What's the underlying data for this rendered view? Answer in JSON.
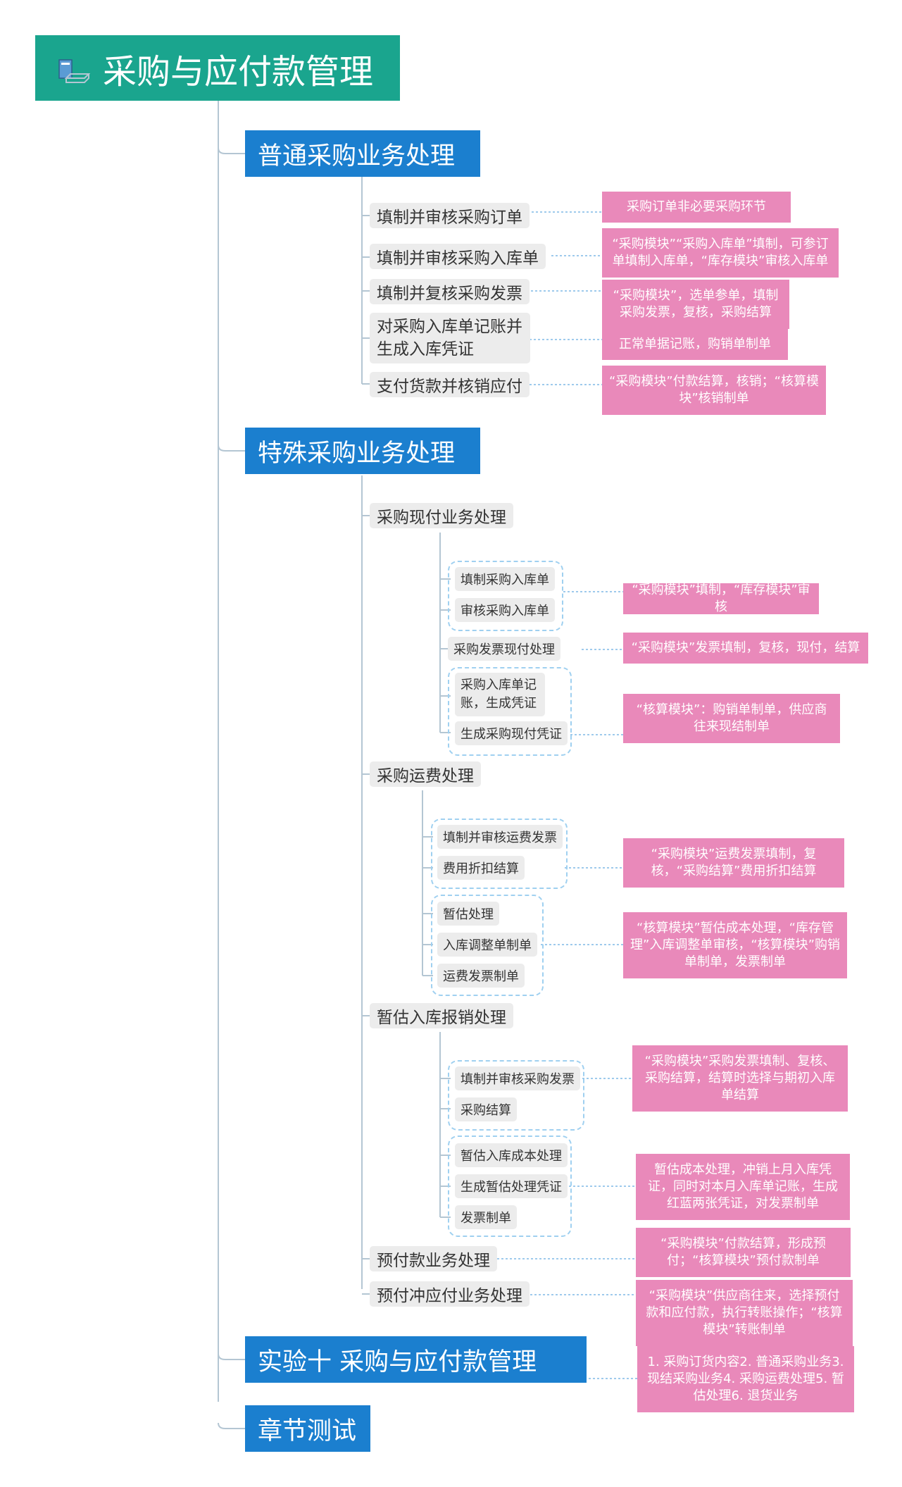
{
  "root": {
    "title": "采购与应付款管理",
    "icon": "book-icon"
  },
  "sections": {
    "normal": "普通采购业务处理",
    "special": "特殊采购业务处理",
    "experiment": "实验十 采购与应付款管理",
    "test": "章节测试"
  },
  "normal_items": [
    "填制并审核采购订单",
    "填制并审核采购入库单",
    "填制并复核采购发票",
    "对采购入库单记账并生成入库凭证",
    "支付货款并核销应付"
  ],
  "normal_notes": [
    "采购订单非必要采购环节",
    "“采购模块”“采购入库单”填制，可参订单填制入库单，“库存模块”审核入库单",
    "“采购模块”，选单参单，填制采购发票，复核，采购结算",
    "正常单据记账，购销单制单",
    "“采购模块”付款结算，核销；“核算模块”核销制单"
  ],
  "special_items": {
    "cash": "采购现付业务处理",
    "freight": "采购运费处理",
    "estimate": "暂估入库报销处理",
    "prepay": "预付款业务处理",
    "offset": "预付冲应付业务处理"
  },
  "cash_items": [
    "填制采购入库单",
    "审核采购入库单",
    "采购发票现付处理",
    "采购入库单记账，生成凭证",
    "生成采购现付凭证"
  ],
  "cash_notes": [
    "“采购模块”填制，“库存模块”审核",
    "“采购模块”发票填制，复核，现付，结算",
    "“核算模块”：购销单制单，供应商往来现结制单"
  ],
  "freight_items": [
    "填制并审核运费发票",
    "费用折扣结算",
    "暂估处理",
    "入库调整单制单",
    "运费发票制单"
  ],
  "freight_notes": [
    "“采购模块”运费发票填制，复核，“采购结算”费用折扣结算",
    "“核算模块”暂估成本处理，“库存管理”入库调整单审核，“核算模块”购销单制单，发票制单"
  ],
  "estimate_items": [
    "填制并审核采购发票",
    "采购结算",
    "暂估入库成本处理",
    "生成暂估处理凭证",
    "发票制单"
  ],
  "estimate_notes": [
    "“采购模块”采购发票填制、复核、采购结算，结算时选择与期初入库单结算",
    "暂估成本处理，冲销上月入库凭证，同时对本月入库单记账，生成红蓝两张凭证，对发票制单"
  ],
  "prepay_note": "“采购模块”付款结算，形成预付；“核算模块”预付款制单",
  "offset_note": "“采购模块”供应商往来，选择预付款和应付款，执行转账操作；“核算模块”转账制单",
  "experiment_note": "1. 采购订货内容2. 普通采购业务3. 现结采购业务4. 采购运费处理5. 暂估处理6. 退货业务"
}
